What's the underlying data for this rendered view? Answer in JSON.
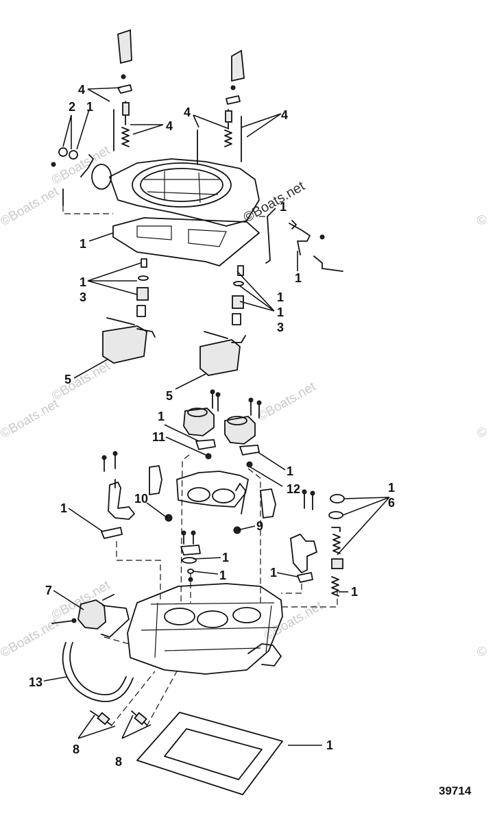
{
  "callouts": {
    "c1": "4",
    "c2": "2",
    "c3": "1",
    "c4": "4",
    "c5": "4",
    "c6": "4",
    "c7": "1",
    "c8": "1",
    "c9": "1",
    "c10": "1",
    "c11": "3",
    "c12": "1",
    "c13": "3",
    "c14": "1",
    "c15": "5",
    "c16": "5",
    "c17": "1",
    "c18": "11",
    "c19": "1",
    "c20": "12",
    "c21": "1",
    "c22": "6",
    "c23": "1",
    "c24": "10",
    "c25": "9",
    "c26": "1",
    "c27": "1",
    "c28": "1",
    "c29": "1",
    "c30": "7",
    "c31": "13",
    "c32": "8",
    "c33": "8",
    "c34": "1"
  },
  "figure_number": "39714",
  "watermark": {
    "text": "Boats.net",
    "copyright_glyph": "©"
  }
}
